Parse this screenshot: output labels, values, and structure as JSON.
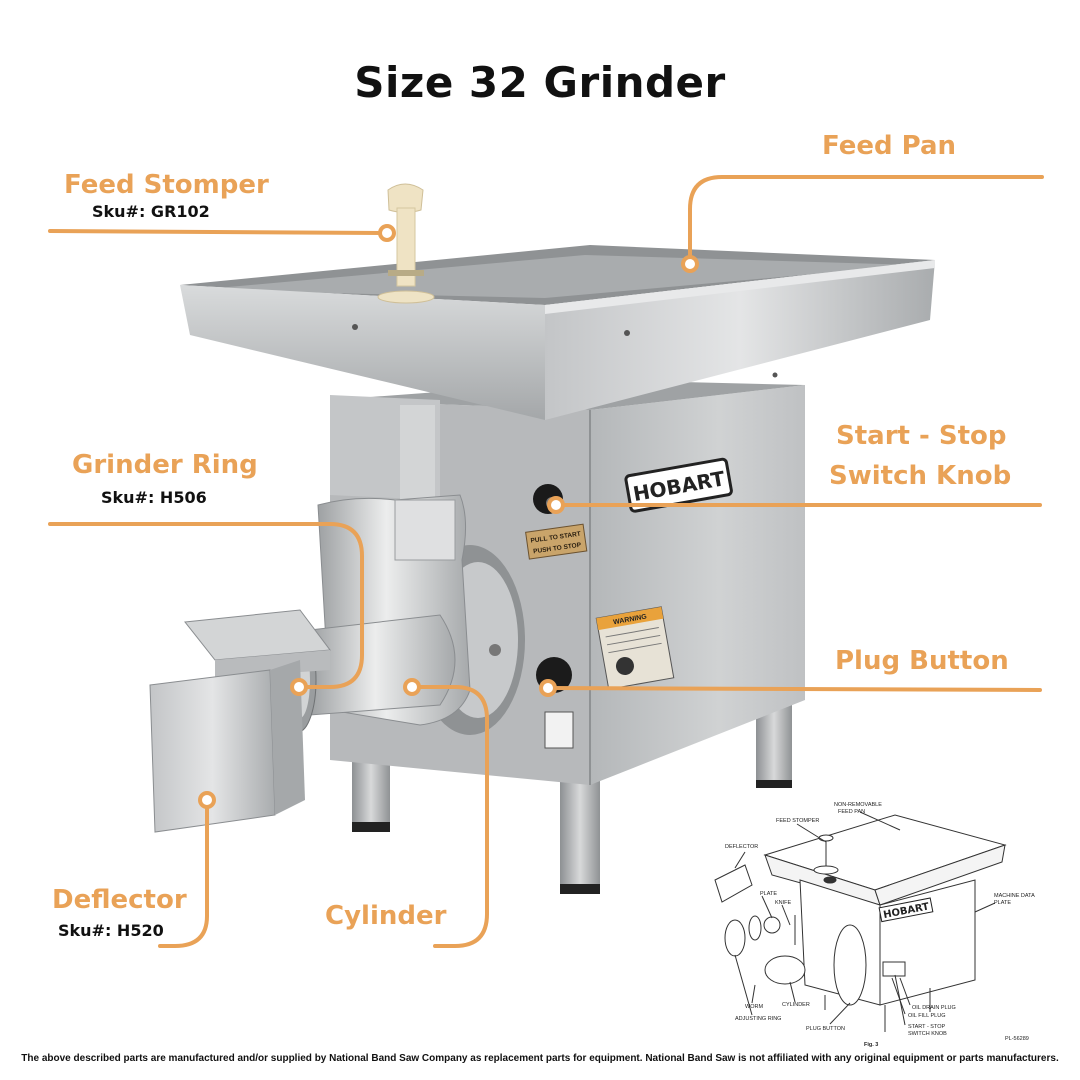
{
  "title": "Size 32 Grinder",
  "callouts": {
    "feed_stomper": {
      "label": "Feed Stomper",
      "sku": "Sku#: GR102"
    },
    "feed_pan": {
      "label": "Feed Pan"
    },
    "grinder_ring": {
      "label": "Grinder Ring",
      "sku": "Sku#: H506"
    },
    "start_stop": {
      "label_line1": "Start - Stop",
      "label_line2": "Switch Knob"
    },
    "plug_button": {
      "label": "Plug Button"
    },
    "deflector": {
      "label": "Deflector",
      "sku": "Sku#: H520"
    },
    "cylinder": {
      "label": "Cylinder"
    }
  },
  "machine": {
    "brand": "HOBART",
    "plate_line1": "PULL TO START",
    "plate_line2": "PUSH TO STOP",
    "warning": "WARNING"
  },
  "inset": {
    "brand": "HOBART",
    "labels": {
      "non_removable": "NON-REMOVABLE",
      "feed_pan": "FEED PAN",
      "feed_stomper": "FEED STOMPER",
      "deflector": "DEFLECTOR",
      "plate": "PLATE",
      "knife": "KNIFE",
      "machine_data": "MACHINE DATA",
      "machine_data_plate": "PLATE",
      "worm": "WORM",
      "cylinder": "CYLINDER",
      "adjusting_ring": "ADJUSTING RING",
      "plug_button": "PLUG BUTTON",
      "oil_drain": "OIL DRAIN PLUG",
      "oil_fill": "OIL FILL PLUG",
      "start_stop": "START - STOP",
      "switch_knob": "SWITCH KNOB",
      "fig": "Fig. 3",
      "code": "PL-56289"
    }
  },
  "disclaimer": "The above described parts are manufactured and/or supplied by National Band Saw Company as replacement parts for equipment.  National Band Saw is not affiliated with any original equipment or parts manufacturers.",
  "colors": {
    "accent": "#e9a257",
    "steel": "#b9bbbd",
    "text": "#111111"
  }
}
